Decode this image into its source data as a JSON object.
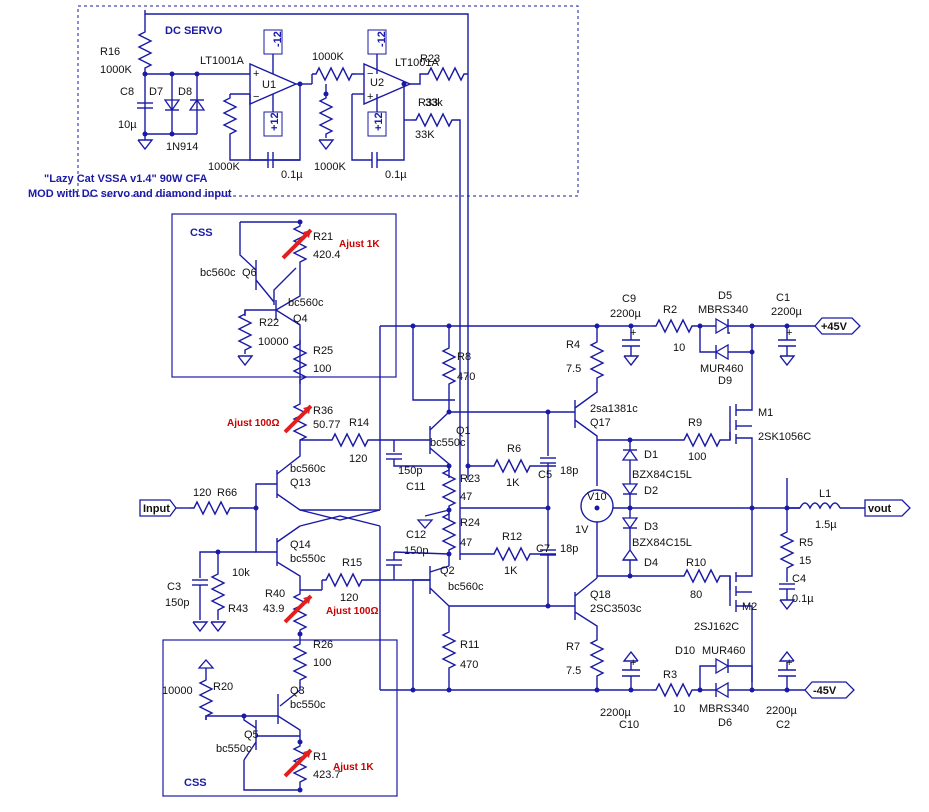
{
  "title_line1": "\"Lazy Cat VSSA v1.4\" 90W CFA",
  "title_line2": "MOD with DC servo and diamond input",
  "dc_servo_label": "DC SERVO",
  "css_top_label": "CSS",
  "css_bottom_label": "CSS",
  "colors": {
    "wire": "#1a1aa6",
    "text": "#111111",
    "adjust": "#cc0000",
    "arrow": "#e02020"
  },
  "ports": {
    "input": "Input",
    "vout": "vout",
    "vpos": "+45V",
    "vneg": "-45V"
  },
  "supplies": {
    "u1_top": "-12",
    "u1_bot": "+12",
    "u2_top": "-12",
    "u2_bot": "+12"
  },
  "components": {
    "R16": {
      "ref": "R16",
      "value": "1000K"
    },
    "C8": {
      "ref": "C8",
      "value": "10µ"
    },
    "D7": {
      "ref": "D7"
    },
    "D8": {
      "ref": "D8",
      "value": "1N914"
    },
    "U1": {
      "ref": "U1",
      "value": "LT1001A"
    },
    "U2": {
      "ref": "U2",
      "value": "LT1001A"
    },
    "R_u1_fb": {
      "value": "1000K"
    },
    "R_u1_in": {
      "value": "1000K"
    },
    "R_u2_gnd": {
      "value": "1000K"
    },
    "C_u1": {
      "value": "0.1µ"
    },
    "C_u2": {
      "value": "0.1µ"
    },
    "R23a": {
      "ref": "R23",
      "value": "33k"
    },
    "R33": {
      "ref": "R33",
      "value": "33K"
    },
    "R21": {
      "ref": "R21",
      "value": "420.4",
      "note": "Ajust 1K"
    },
    "Q6": {
      "ref": "Q6",
      "value": "bc560c"
    },
    "Q4": {
      "ref": "Q4",
      "value": "bc560c"
    },
    "R22": {
      "ref": "R22",
      "value": "10000"
    },
    "R25": {
      "ref": "R25",
      "value": "100"
    },
    "R36": {
      "ref": "R36",
      "value": "50.77",
      "note": "Ajust 100Ω"
    },
    "R14": {
      "ref": "R14",
      "value": "120"
    },
    "Q13": {
      "ref": "Q13",
      "value": "bc560c"
    },
    "R66": {
      "ref": "R66",
      "value": "120"
    },
    "Q14": {
      "ref": "Q14",
      "value": "bc550c"
    },
    "R15": {
      "ref": "R15",
      "value": "120"
    },
    "C3": {
      "ref": "C3",
      "value": "150p"
    },
    "R43": {
      "ref": "R43",
      "value": "10k"
    },
    "R40": {
      "ref": "R40",
      "value": "43.9",
      "note": "Ajust 100Ω"
    },
    "R26": {
      "ref": "R26",
      "value": "100"
    },
    "R20": {
      "ref": "R20",
      "value": "10000"
    },
    "Q3": {
      "ref": "Q3",
      "value": "bc550c"
    },
    "Q5": {
      "ref": "Q5",
      "value": "bc550c"
    },
    "R1": {
      "ref": "R1",
      "value": "423.7",
      "note": "Ajust 1K"
    },
    "Q1": {
      "ref": "Q1",
      "value": "bc550c"
    },
    "Q2": {
      "ref": "Q2",
      "value": "bc560c"
    },
    "R8": {
      "ref": "R8",
      "value": "470"
    },
    "R11": {
      "ref": "R11",
      "value": "470"
    },
    "C11": {
      "ref": "C11",
      "value": "150p"
    },
    "C12": {
      "ref": "C12",
      "value": "150p"
    },
    "R23": {
      "ref": "R23",
      "value": "47"
    },
    "R24": {
      "ref": "R24",
      "value": "47"
    },
    "R6": {
      "ref": "R6",
      "value": "1K"
    },
    "R12": {
      "ref": "R12",
      "value": "1K"
    },
    "C5": {
      "ref": "C5",
      "value": "18p"
    },
    "C7": {
      "ref": "C7",
      "value": "18p"
    },
    "V10": {
      "ref": "V10",
      "value": "1V"
    },
    "R4": {
      "ref": "R4",
      "value": "7.5"
    },
    "R7": {
      "ref": "R7",
      "value": "7.5"
    },
    "Q17": {
      "ref": "Q17",
      "value": "2sa1381c"
    },
    "Q18": {
      "ref": "Q18",
      "value": "2SC3503c"
    },
    "D1": {
      "ref": "D1",
      "value": "BZX84C15L"
    },
    "D2": {
      "ref": "D2"
    },
    "D3": {
      "ref": "D3",
      "value": "BZX84C15L"
    },
    "D4": {
      "ref": "D4"
    },
    "R9": {
      "ref": "R9",
      "value": "100"
    },
    "R10": {
      "ref": "R10",
      "value": "80"
    },
    "M1": {
      "ref": "M1",
      "value": "2SK1056C"
    },
    "M2": {
      "ref": "M2",
      "value": "2SJ162C"
    },
    "C9": {
      "ref": "C9",
      "value": "2200µ"
    },
    "C10": {
      "ref": "C10",
      "value": "2200µ"
    },
    "R2": {
      "ref": "R2",
      "value": "10"
    },
    "R3": {
      "ref": "R3",
      "value": "10"
    },
    "D5": {
      "ref": "D5",
      "value": "MBRS340"
    },
    "D9": {
      "ref": "D9",
      "value": "MUR460"
    },
    "D10": {
      "ref": "D10",
      "value": "MUR460"
    },
    "D6": {
      "ref": "D6",
      "value": "MBRS340"
    },
    "C1": {
      "ref": "C1",
      "value": "2200µ"
    },
    "C2": {
      "ref": "C2",
      "value": "2200µ"
    },
    "L1": {
      "ref": "L1",
      "value": "1.5µ"
    },
    "R5": {
      "ref": "R5",
      "value": "15"
    },
    "C4": {
      "ref": "C4",
      "value": "0.1µ"
    }
  }
}
